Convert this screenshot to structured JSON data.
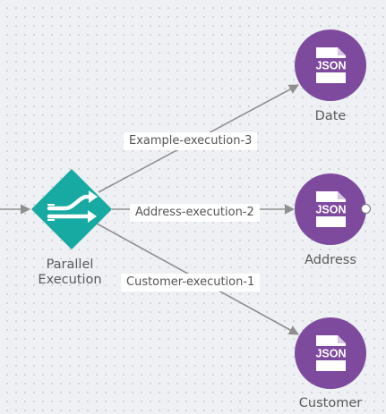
{
  "parallel_node": {
    "label_line1": "Parallel",
    "label_line2": "Execution",
    "icon": "parallel-execution-icon",
    "color": "#16aaa2"
  },
  "json_nodes": [
    {
      "id": "date",
      "label": "Date",
      "badge": "JSON",
      "icon": "json-file-icon",
      "color": "#7d4a9e"
    },
    {
      "id": "address",
      "label": "Address",
      "badge": "JSON",
      "icon": "json-file-icon",
      "color": "#7d4a9e"
    },
    {
      "id": "customer",
      "label": "Customer",
      "badge": "JSON",
      "icon": "json-file-icon",
      "color": "#7d4a9e"
    }
  ],
  "edges": [
    {
      "label": "Example-execution-3",
      "target": "date"
    },
    {
      "label": "Address-execution-2",
      "target": "address"
    },
    {
      "label": "Customer-execution-1",
      "target": "customer"
    }
  ]
}
